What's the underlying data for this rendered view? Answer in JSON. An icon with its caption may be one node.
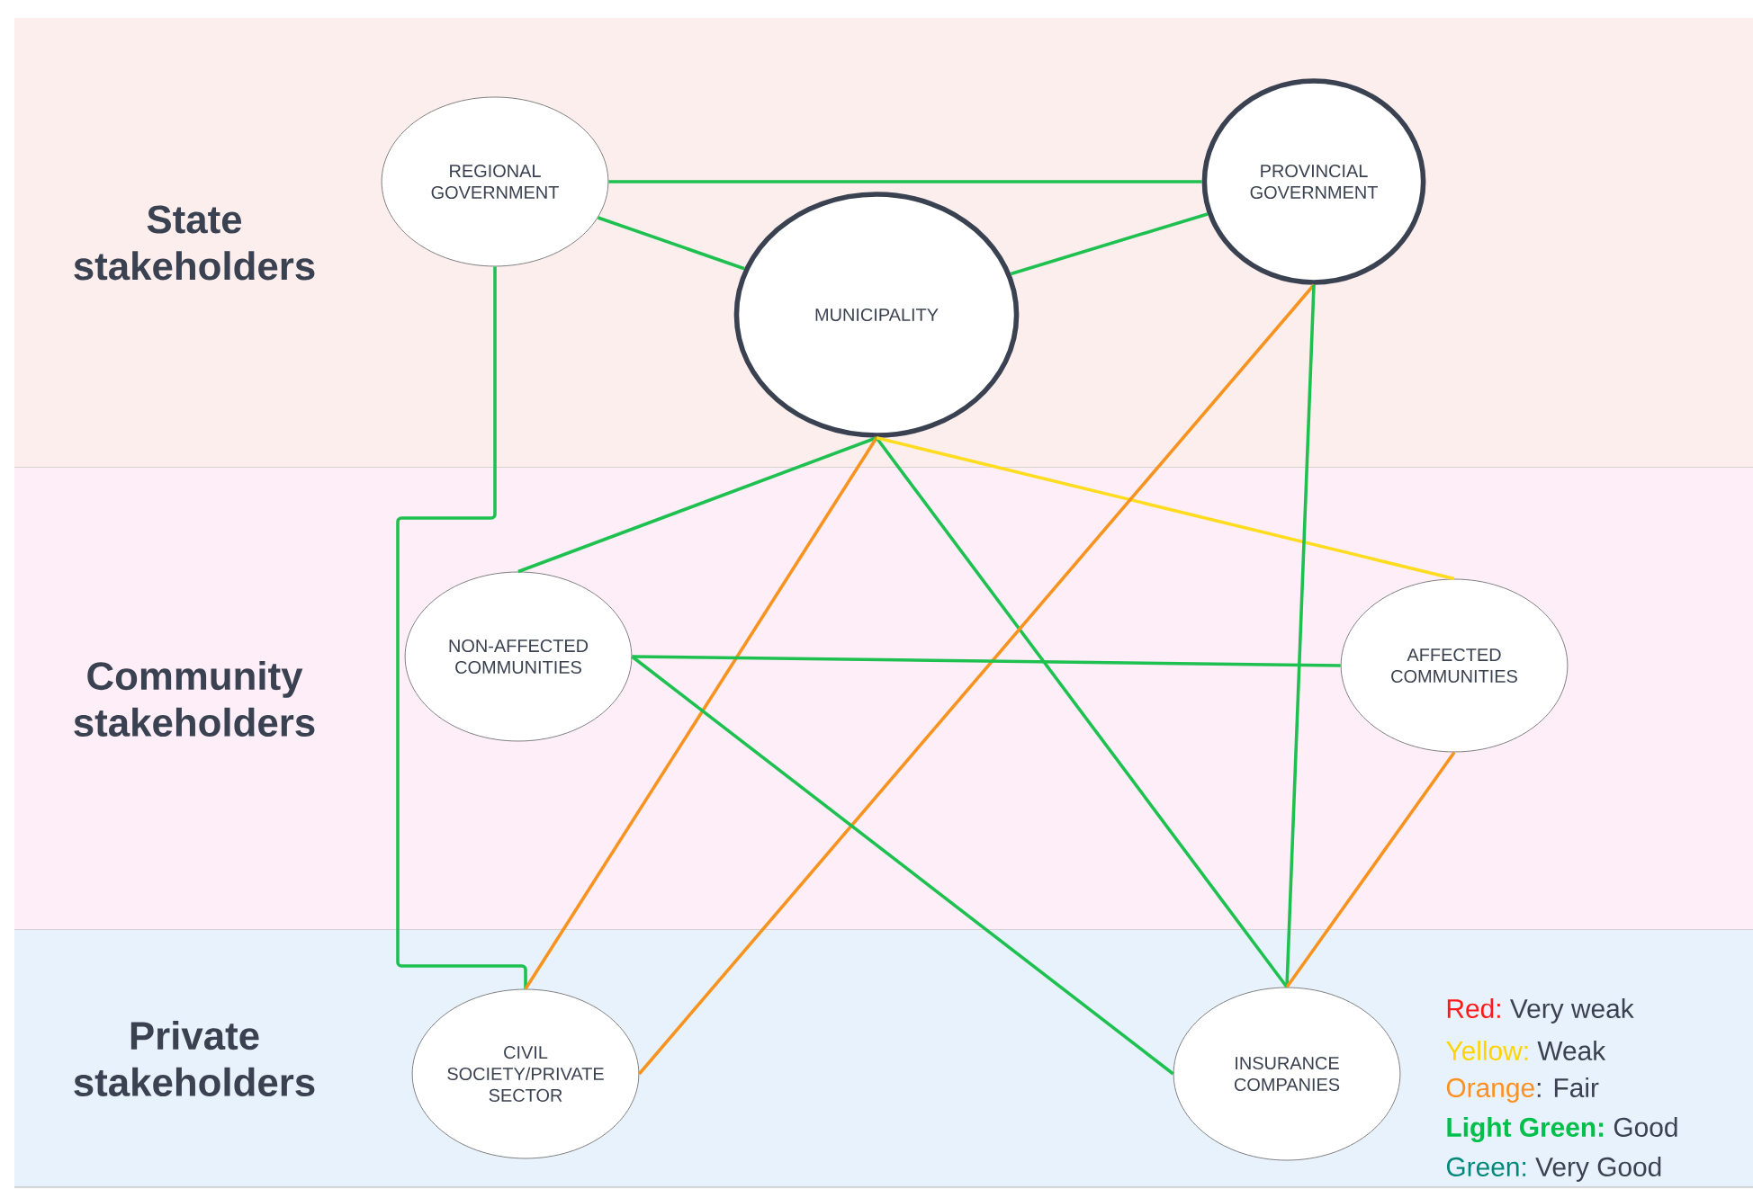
{
  "diagram": {
    "nodes": [
      {
        "text": [
          "State stakeholders"
        ]
      },
      {
        "text": [
          "Community stakeholders"
        ]
      },
      {
        "text": [
          "Private stakeholders"
        ]
      },
      {
        "text": [
          "REGIONAL GOVERNMENT"
        ],
        "in": 0
      },
      {
        "text": [
          "PROVINCIAL GOVERNMENT"
        ],
        "in": 0
      },
      {
        "text": [
          "MUNICIPALITY"
        ],
        "in": 0
      },
      {
        "text": [
          "NON-AFFECTED COMMUNITIES"
        ],
        "in": 1
      },
      {
        "text": [
          "AFFECTED COMMUNITIES"
        ],
        "in": 1
      },
      {
        "text": [
          "CIVIL SOCIETY/PRIVATE SECTOR"
        ],
        "in": 2
      },
      {
        "text": [
          "INSURANCE COMPANIES"
        ],
        "in": 2
      }
    ],
    "edges": [
      {
        "from": 3,
        "to": 4,
        "arrow": "none"
      },
      {
        "from": 3,
        "to": 5,
        "arrow": "none"
      },
      {
        "from": 5,
        "to": 4,
        "arrow": "none"
      },
      {
        "from": 3,
        "to": 8,
        "arrow": "none"
      },
      {
        "from": 5,
        "to": 6,
        "arrow": "none"
      },
      {
        "from": 5,
        "to": 8,
        "arrow": "none",
        "color": "#f7931e"
      },
      {
        "from": 5,
        "to": 9,
        "arrow": "none"
      },
      {
        "from": 5,
        "to": 7,
        "arrow": "none",
        "color": "#ffdc1e"
      },
      {
        "from": 4,
        "to": 8,
        "arrow": "none",
        "color": "#f7931e"
      },
      {
        "from": 4,
        "to": 9,
        "arrow": "none"
      },
      {
        "from": 6,
        "to": 7,
        "arrow": "none"
      },
      {
        "from": 6,
        "to": 9,
        "arrow": "none"
      },
      {
        "from": 7,
        "to": 9,
        "arrow": "none",
        "color": "#f7931e"
      }
    ],
    "labels": [
      "Red:",
      "Yellow:",
      "Orange",
      "Light Green:",
      "Green:"
    ],
    "legend": [
      {
        "text": "Very weak",
        "color": "#ff1a1a"
      },
      {
        "text": "Weak",
        "color": "#ffd400"
      },
      {
        "text": ": Fair",
        "color": "#ff9020"
      },
      {
        "text": "Good",
        "color": "#00c04b"
      },
      {
        "text": "Very Good",
        "color": "#00897b"
      }
    ]
  }
}
